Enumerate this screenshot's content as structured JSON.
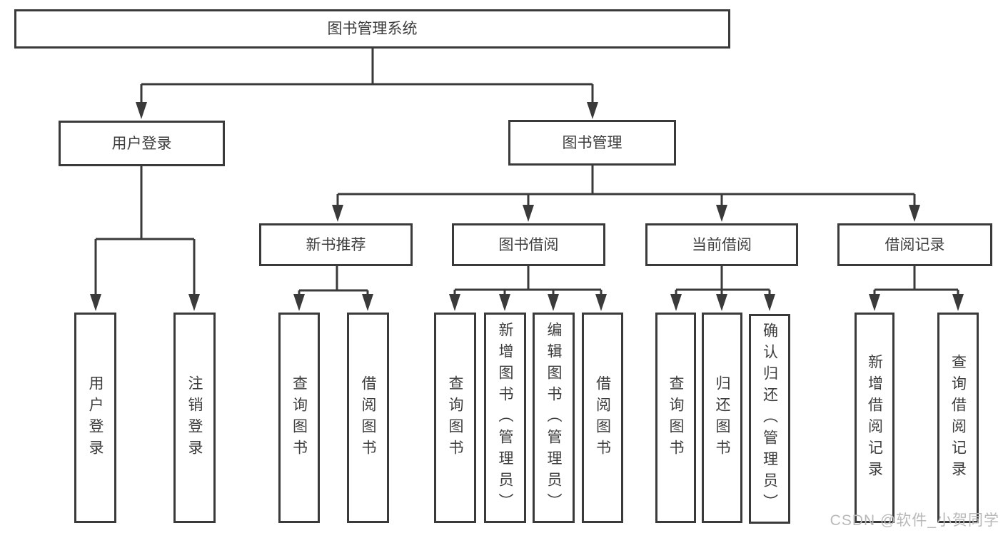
{
  "diagram": {
    "tree": {
      "label": "图书管理系统",
      "children": [
        {
          "label": "用户登录",
          "children": [
            {
              "label": "用户登录"
            },
            {
              "label": "注销登录"
            }
          ]
        },
        {
          "label": "图书管理",
          "children": [
            {
              "label": "新书推荐",
              "children": [
                {
                  "label": "查询图书"
                },
                {
                  "label": "借阅图书"
                }
              ]
            },
            {
              "label": "图书借阅",
              "children": [
                {
                  "label": "查询图书"
                },
                {
                  "label": "新增图书（管理员）"
                },
                {
                  "label": "编辑图书（管理员）"
                },
                {
                  "label": "借阅图书"
                }
              ]
            },
            {
              "label": "当前借阅",
              "children": [
                {
                  "label": "查询图书"
                },
                {
                  "label": "归还图书"
                },
                {
                  "label": "确认归还（管理员）"
                }
              ]
            },
            {
              "label": "借阅记录",
              "children": [
                {
                  "label": "新增借阅记录"
                },
                {
                  "label": "查询借阅记录"
                }
              ]
            }
          ]
        }
      ]
    }
  },
  "watermark": {
    "text": "CSDN @软件_小贺同学"
  },
  "colors": {
    "line": "#3a3a3a",
    "text": "#3d3d3d",
    "watermark_text": "#b9b9b9",
    "background": "#ffffff"
  }
}
